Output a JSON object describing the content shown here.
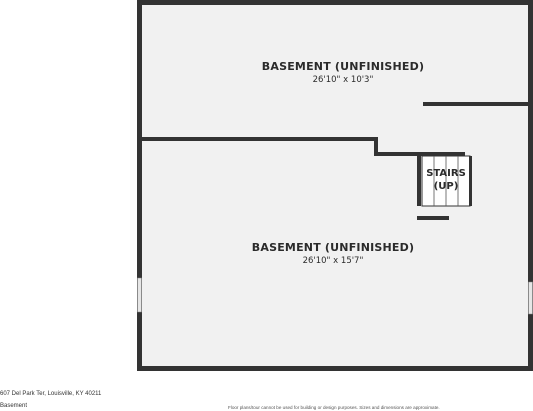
{
  "rooms": [
    {
      "name": "BASEMENT (UNFINISHED)",
      "dimensions": "26'10\" x 10'3\""
    },
    {
      "name": "BASEMENT (UNFINISHED)",
      "dimensions": "26'10\" x 15'7\""
    }
  ],
  "stairs": {
    "line1": "STAIRS",
    "line2": "(UP)"
  },
  "footer": {
    "address": "607 Del Park Ter, Louisville, KY 40211",
    "floor": "Basement",
    "disclaimer": "Floor plans/tour cannot be used for building or design purposes. Sizes and dimensions are approximate."
  },
  "colors": {
    "wall": "#333333",
    "floor_fill": "#f1f1f1",
    "window": "#cfd8dc"
  }
}
